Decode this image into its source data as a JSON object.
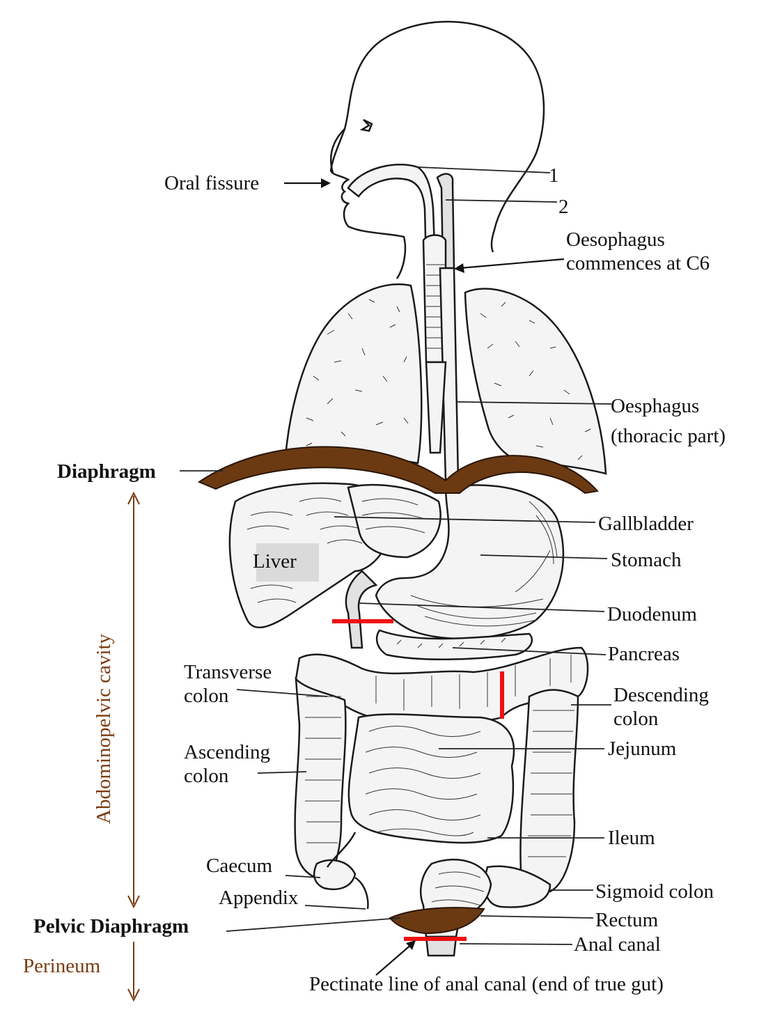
{
  "labels": {
    "oral_fissure": "Oral fissure",
    "num_1": "1",
    "num_2": "2",
    "oesophagus_c6_line1": "Oesophagus",
    "oesophagus_c6_line2": "commences at C6",
    "oesophagus_thoracic_line1": "Oesphagus",
    "oesophagus_thoracic_line2": "(thoracic part)",
    "diaphragm": "Diaphragm",
    "gallbladder": "Gallbladder",
    "liver": "Liver",
    "stomach": "Stomach",
    "duodenum": "Duodenum",
    "pancreas": "Pancreas",
    "transverse_colon_line1": "Transverse",
    "transverse_colon_line2": "colon",
    "descending_colon_line1": "Descending",
    "descending_colon_line2": "colon",
    "ascending_colon_line1": "Ascending",
    "ascending_colon_line2": "colon",
    "jejunum": "Jejunum",
    "ileum": "Ileum",
    "caecum": "Caecum",
    "appendix": "Appendix",
    "sigmoid_colon": "Sigmoid colon",
    "pelvic_diaphragm": "Pelvic Diaphragm",
    "rectum": "Rectum",
    "anal_canal": "Anal canal",
    "pectinate_line": "Pectinate line of anal canal (end of true gut)",
    "abdominopelvic_cavity": "Abdominopelvic cavity",
    "perineum": "Perineum"
  },
  "colors": {
    "diaphragm": "#6b3a12",
    "region_text": "#7a3b10",
    "boundary_marker": "#ee1111"
  }
}
